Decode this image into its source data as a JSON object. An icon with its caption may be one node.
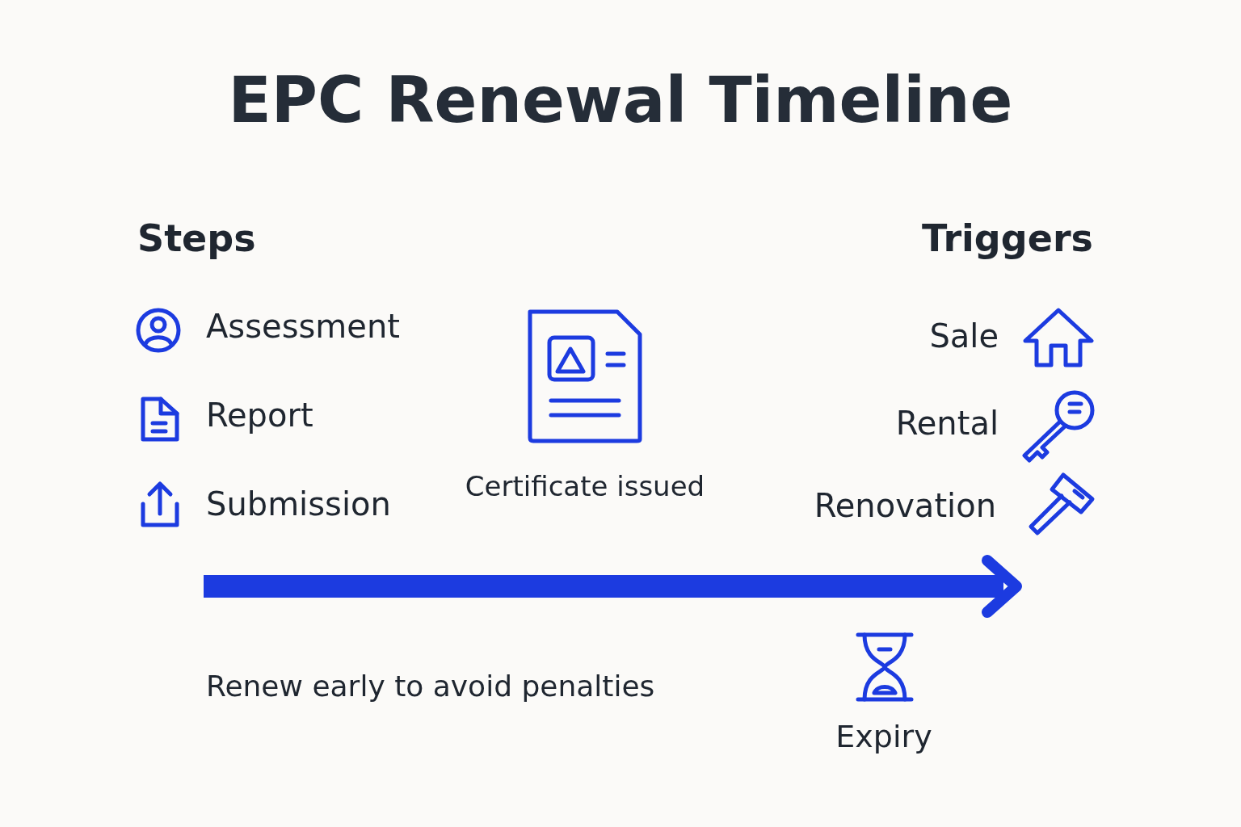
{
  "diagram": {
    "title": "EPC Renewal Timeline",
    "labels": [
      "Steps",
      "Triggers",
      "Assessment",
      "Sale",
      "Report",
      "Rental",
      "Submission",
      "Certificate issued",
      "Renovation",
      "Renew early to avoid penalties",
      "Expiry"
    ]
  }
}
